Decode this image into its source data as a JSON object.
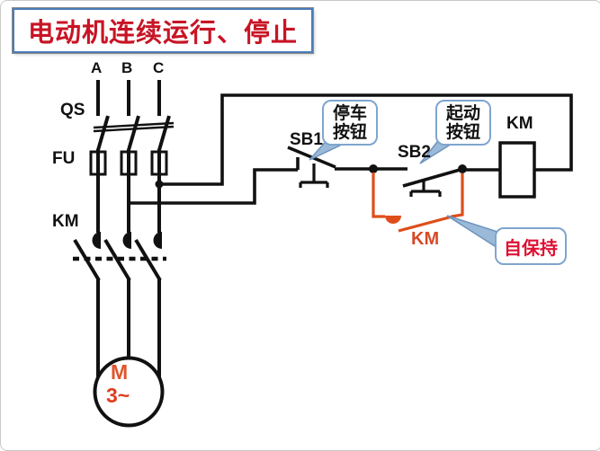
{
  "title": "电动机连续运行、停止",
  "phases": {
    "a": "A",
    "b": "B",
    "c": "C"
  },
  "components": {
    "qs": "QS",
    "fu": "FU",
    "km_main": "KM",
    "sb1": "SB1",
    "sb2": "SB2",
    "km_coil": "KM",
    "km_aux": "KM",
    "motor_letter": "M",
    "motor_phase": "3~"
  },
  "callouts": {
    "stop": {
      "line1": "停车",
      "line2": "按钮"
    },
    "start": {
      "line1": "起动",
      "line2": "按钮"
    },
    "self_hold": "自保持"
  },
  "colors": {
    "wire_black": "#111111",
    "aux_branch_orange": "#de4e1a",
    "title_red": "#c81425",
    "self_hold_red": "#dd1133",
    "callout_border_blue": "#7fa5cf",
    "title_border_blue": "#4b7db8",
    "motor_text_orange": "#e0552b"
  }
}
